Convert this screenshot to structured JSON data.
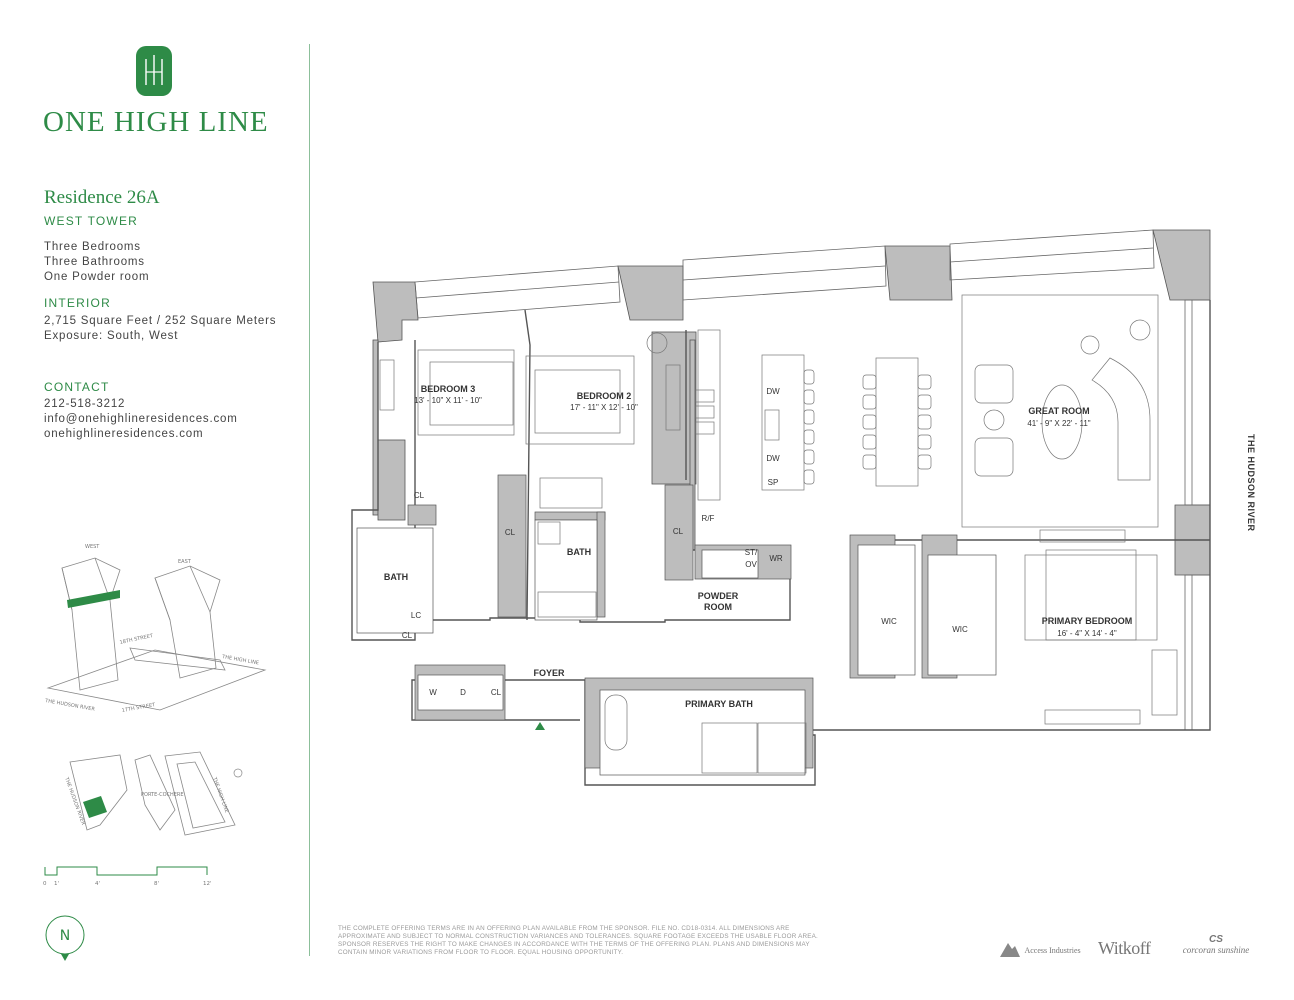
{
  "brand": {
    "name": "ONE HIGH LINE",
    "logo_icon": "building-monogram-icon",
    "color": "#2e8b47"
  },
  "residence": {
    "title": "Residence 26A",
    "tower": "WEST TOWER",
    "rooms": [
      "Three Bedrooms",
      "Three Bathrooms",
      "One Powder room"
    ]
  },
  "interior": {
    "heading": "INTERIOR",
    "area": "2,715 Square Feet / 252 Square Meters",
    "exposure": "Exposure: South, West"
  },
  "contact": {
    "heading": "CONTACT",
    "phone": "212-518-3212",
    "email": "info@onehighlineresidences.com",
    "website": "onehighlineresidences.com"
  },
  "axonometric": {
    "labels": [
      "WEST",
      "EAST",
      "18TH STREET",
      "THE HIGH LINE",
      "THE HUDSON RIVER",
      "17TH STREET"
    ]
  },
  "site_plan": {
    "labels": [
      "THE HUDSON RIVER",
      "PORTE-COCHERE",
      "THE HIGH LINE"
    ]
  },
  "scale_bar": {
    "ticks": [
      "0",
      "1'",
      "4'",
      "8'",
      "12'"
    ]
  },
  "compass": {
    "label": "N"
  },
  "floor_plan": {
    "rooms": [
      {
        "name": "BEDROOM 3",
        "dims": "13' - 10\" X 11' - 10\""
      },
      {
        "name": "BEDROOM 2",
        "dims": "17' - 11\" X 12' - 10\""
      },
      {
        "name": "GREAT ROOM",
        "dims": "41' - 9\" X 22' - 11\""
      },
      {
        "name": "PRIMARY BEDROOM",
        "dims": "16' - 4\" X 14' - 4\""
      },
      {
        "name": "BATH",
        "dims": ""
      },
      {
        "name": "BATH",
        "dims": ""
      },
      {
        "name": "PRIMARY BATH",
        "dims": ""
      },
      {
        "name": "FOYER",
        "dims": ""
      }
    ],
    "powder_room": [
      "POWDER",
      "ROOM"
    ],
    "st_ov": [
      "ST/",
      "OV"
    ],
    "small_labels": [
      "CL",
      "CL",
      "CL",
      "CL",
      "CL",
      "LC",
      "DW",
      "DW",
      "SP",
      "R/F",
      "WR",
      "WIC",
      "WIC",
      "W",
      "D"
    ],
    "river_label": "THE HUDSON RIVER"
  },
  "disclaimer": "THE COMPLETE OFFERING TERMS ARE IN AN OFFERING PLAN AVAILABLE FROM THE SPONSOR. FILE NO. CD18-0314. ALL DIMENSIONS ARE APPROXIMATE AND SUBJECT TO NORMAL CONSTRUCTION VARIANCES AND TOLERANCES. SQUARE FOOTAGE EXCEEDS THE USABLE FLOOR AREA. SPONSOR RESERVES THE RIGHT TO MAKE CHANGES IN ACCORDANCE WITH THE TERMS OF THE OFFERING PLAN. PLANS AND DIMENSIONS MAY CONTAIN MINOR VARIATIONS FROM FLOOR TO FLOOR. EQUAL HOUSING OPPORTUNITY.",
  "footer": {
    "access_industries": "Access Industries",
    "witkoff": "Witkoff",
    "corcoran_mark": "CS",
    "corcoran": "corcoran sunshine"
  },
  "colors": {
    "wall": "#bdbdbd",
    "line": "#555555",
    "accent": "#2e8b47"
  }
}
